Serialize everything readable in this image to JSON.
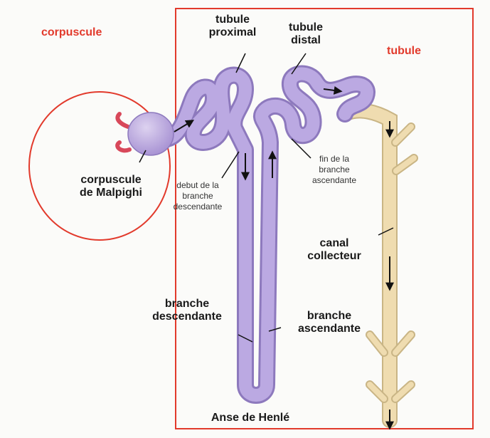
{
  "title": "Anse de Henlé",
  "regions": {
    "corpuscule": "corpuscule",
    "tubule": "tubule"
  },
  "labels": {
    "tubule_proximal": "tubule\nproximal",
    "tubule_distal": "tubule\ndistal",
    "corpuscule_malpighi": "corpuscule\nde Malpighi",
    "debut_branche": "debut de la\nbranche\ndescendante",
    "fin_branche": "fin de la\nbranche\nascendante",
    "canal_collecteur": "canal\ncollecteur",
    "branche_descendante": "branche\ndescendante",
    "branche_ascendante": "branche\nascendante"
  },
  "colors": {
    "region_outline": "#e23a2c",
    "tubule_fill": "#b3a0da",
    "tubule_stroke": "#8d79bd",
    "collector_fill": "#efdcb0",
    "collector_stroke": "#c9b585",
    "vessel": "#d8485a",
    "arrow": "#111111"
  }
}
